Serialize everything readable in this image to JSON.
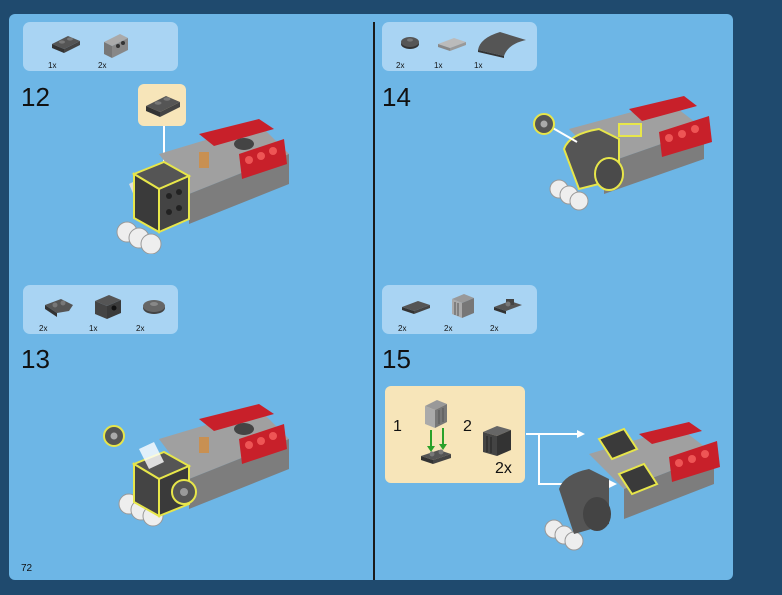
{
  "page_number": "72",
  "steps": [
    {
      "number": "12",
      "parts": [
        "1x",
        "2x"
      ]
    },
    {
      "number": "13",
      "parts": [
        "2x",
        "1x",
        "2x"
      ]
    },
    {
      "number": "14",
      "parts": [
        "2x",
        "1x",
        "1x"
      ]
    },
    {
      "number": "15",
      "parts": [
        "2x",
        "2x",
        "2x"
      ]
    }
  ],
  "step15_callout": {
    "sub1": "1",
    "sub2": "2",
    "qty": "2x"
  },
  "colors": {
    "page": "#6db6e6",
    "panel": "#a9d4f3",
    "callout": "#f7e5b9",
    "brick_red": "#c8202a",
    "brick_gray": "#9e9e9e",
    "brick_dark": "#3a3a3a",
    "highlight": "#e7e64a"
  }
}
